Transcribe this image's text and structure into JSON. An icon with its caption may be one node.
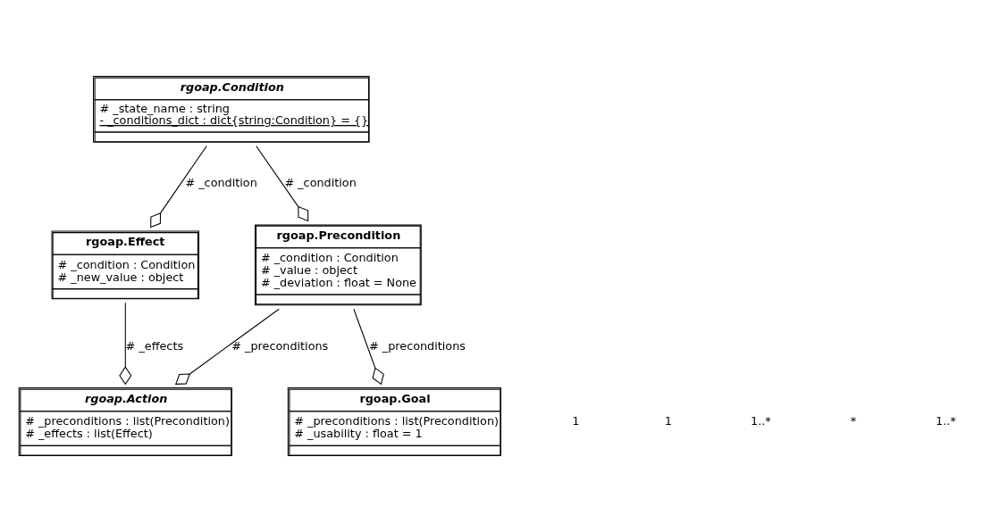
{
  "diagram": {
    "nodes": [
      {
        "text": [
          "rgoap.Condition",
          "# _state_name : string",
          "- _conditions_dict : dict{string:Condition} = {}"
        ]
      },
      {
        "text": [
          "rgoap.Effect",
          "# _condition : Condition",
          "# _new_value : object"
        ]
      },
      {
        "text": [
          "rgoap.Precondition",
          "# _condition : Condition",
          "# _value : object",
          "# _deviation : float = None"
        ]
      },
      {
        "text": [
          "rgoap.Action",
          "# _preconditions : list(Precondition)",
          "# _effects : list(Effect)"
        ]
      },
      {
        "text": [
          "rgoap.Goal",
          "# _preconditions : list(Precondition)",
          "# _usability : float = 1"
        ]
      }
    ],
    "edges": [
      {
        "from": 1,
        "to": 0,
        "arrow": "other",
        "label": "# _condition"
      },
      {
        "from": 2,
        "to": 0,
        "arrow": "other",
        "label": "# _condition"
      },
      {
        "from": 3,
        "to": 1,
        "arrow": "other",
        "label": "# _effects"
      },
      {
        "from": 3,
        "to": 2,
        "arrow": "other",
        "label": "# _preconditions"
      },
      {
        "from": 4,
        "to": 2,
        "arrow": "other",
        "label": "# _preconditions"
      }
    ],
    "labels": [
      "1",
      "1",
      "1..*",
      "*",
      "1..*"
    ]
  }
}
